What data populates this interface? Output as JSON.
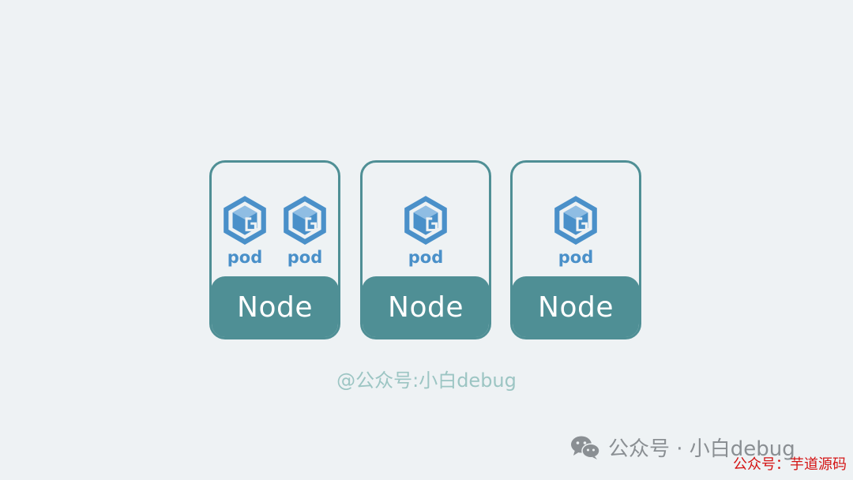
{
  "nodes": [
    {
      "label": "Node",
      "pods": [
        {
          "label": "pod"
        },
        {
          "label": "pod"
        }
      ]
    },
    {
      "label": "Node",
      "pods": [
        {
          "label": "pod"
        }
      ]
    },
    {
      "label": "Node",
      "pods": [
        {
          "label": "pod"
        }
      ]
    }
  ],
  "watermark": "@公众号:小白debug",
  "footer": {
    "brand_text": "公众号 · 小白debug",
    "brand_icon": "wechat-icon",
    "red_text": "公众号：芋道源码"
  },
  "colors": {
    "background": "#eef2f4",
    "node_teal": "#4f8f95",
    "pod_blue": "#4a90c9",
    "watermark": "#9cc5c3",
    "red_text": "#d41414"
  }
}
